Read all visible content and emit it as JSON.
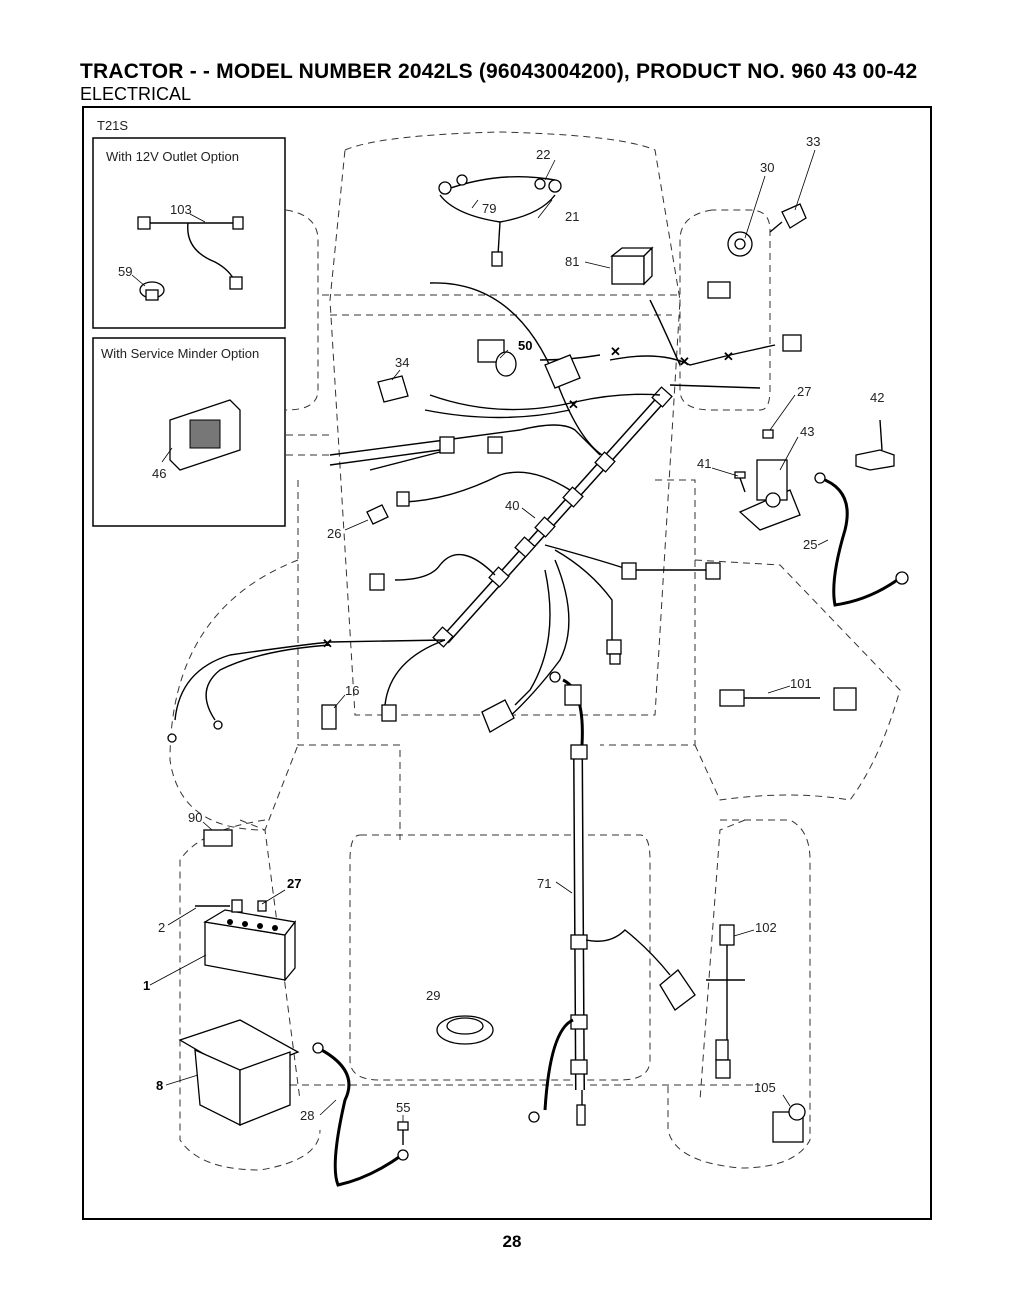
{
  "header": {
    "title": "TRACTOR - - MODEL NUMBER 2042LS (96043004200), PRODUCT NO. 960 43 00-42",
    "subtitle": "ELECTRICAL"
  },
  "diagram": {
    "code": "T21S",
    "inset_12v": "With 12V Outlet Option",
    "inset_service": "With Service Minder Option"
  },
  "callouts": {
    "p1": "1",
    "p2": "2",
    "p8": "8",
    "p16": "16",
    "p21": "21",
    "p22": "22",
    "p25": "25",
    "p26": "26",
    "p27": "27",
    "p27b": "27",
    "p28": "28",
    "p29": "29",
    "p30": "30",
    "p33": "33",
    "p34": "34",
    "p40": "40",
    "p41": "41",
    "p42": "42",
    "p43": "43",
    "p46": "46",
    "p50": "50",
    "p55": "55",
    "p59": "59",
    "p71": "71",
    "p79": "79",
    "p81": "81",
    "p90": "90",
    "p101": "101",
    "p102": "102",
    "p103": "103",
    "p105": "105"
  },
  "page_number": "28"
}
